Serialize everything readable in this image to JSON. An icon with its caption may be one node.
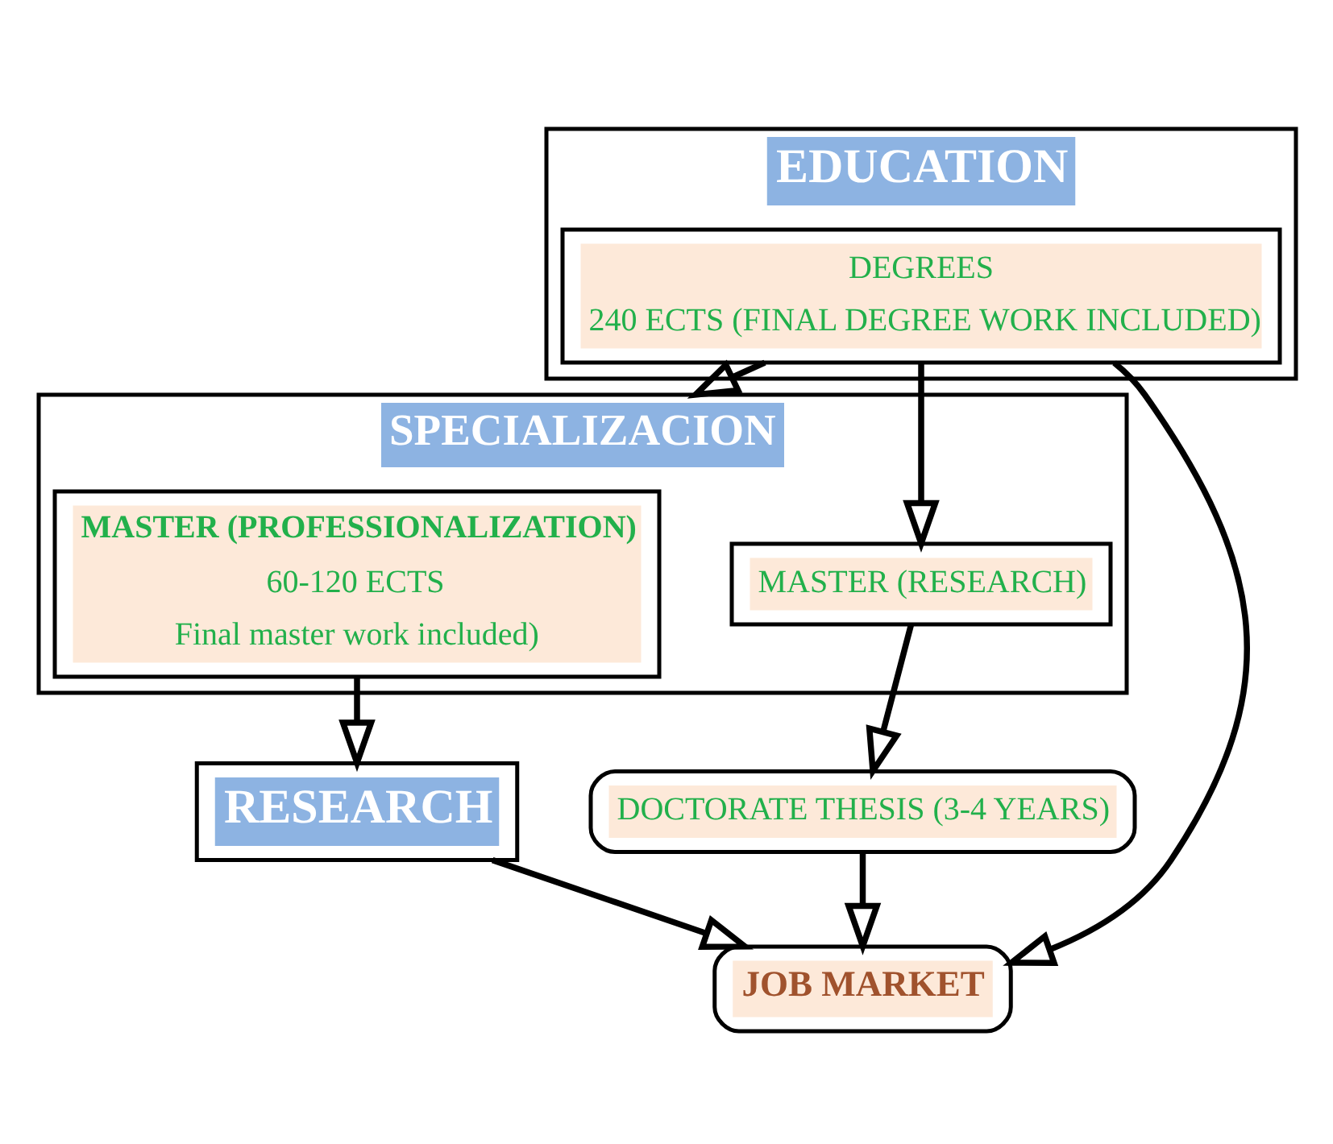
{
  "diagram": {
    "nodes": [
      {
        "text": [
          "EDUCATION"
        ]
      },
      {
        "text": [
          "DEGREES",
          "240 ECTS (FINAL DEGREE WORK INCLUDED)"
        ],
        "in": 0
      },
      {
        "text": [
          "SPECIALIZACION"
        ]
      },
      {
        "text": [
          "MASTER (PROFESSIONALIZATION)",
          "60-120 ECTS",
          "Final master work included)"
        ],
        "in": 2
      },
      {
        "text": [
          "MASTER (RESEARCH)"
        ],
        "in": 2
      },
      {
        "text": [
          "RESEARCH"
        ]
      },
      {
        "text": [
          "DOCTORATE THESIS (3-4 YEARS)"
        ]
      },
      {
        "text": [
          "JOB MARKET"
        ]
      }
    ],
    "edges": [
      {
        "from": 1,
        "to": 2,
        "arrow": "to"
      },
      {
        "from": 1,
        "to": 4,
        "arrow": "to"
      },
      {
        "from": 1,
        "to": 7,
        "arrow": "to"
      },
      {
        "from": 3,
        "to": 5,
        "arrow": "to"
      },
      {
        "from": 4,
        "to": 6,
        "arrow": "to"
      },
      {
        "from": 5,
        "to": 7,
        "arrow": "to"
      },
      {
        "from": 6,
        "to": 7,
        "arrow": "to"
      }
    ]
  }
}
